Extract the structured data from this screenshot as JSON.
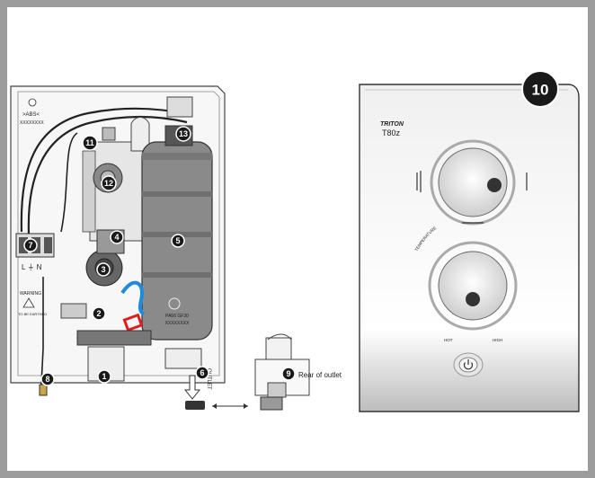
{
  "unit_labels": {
    "abs_mark": ">ABS<",
    "serial_top": "XXXXXXXX",
    "terminal_letters": "L  ⏚  N",
    "warning_title": "WARNING",
    "warning_text": "TO BE EARTHED",
    "tank_label": "PA66 GF30",
    "tank_serial": "XXXXXXXX"
  },
  "callouts": [
    {
      "n": "1"
    },
    {
      "n": "2"
    },
    {
      "n": "3"
    },
    {
      "n": "4"
    },
    {
      "n": "5"
    },
    {
      "n": "6"
    },
    {
      "n": "7"
    },
    {
      "n": "8"
    },
    {
      "n": "9"
    },
    {
      "n": "11"
    },
    {
      "n": "12"
    },
    {
      "n": "13"
    }
  ],
  "outlet_caption": "Rear of outlet",
  "outlet_text": "OUTLET",
  "cover": {
    "callout": "10",
    "brand": "TRITON",
    "model": "T80z",
    "dial_text": "TEMPERATURE",
    "left_mark": "HOT",
    "right_mark": "HIGH",
    "power_icon": "power-icon"
  }
}
